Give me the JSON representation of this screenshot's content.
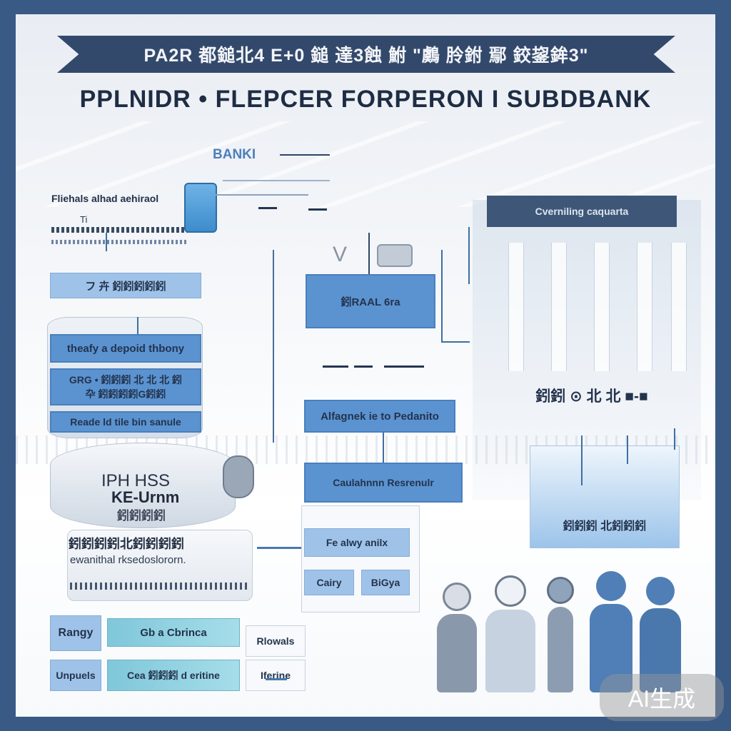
{
  "header": {
    "ribbon_text": "PA2R 都鎚北4 E+0 鎚 達3蝕 鮒 \"鸆 朎鉜 鄢 鉸鋆鉾3\"",
    "main_title": "PPLNIDR • FLEPCER FORPERON I SUBDBANK"
  },
  "bank_sign": "BANKI",
  "left_panel": {
    "label": "Fliehals alhad aehiraol",
    "sub": "Ti",
    "title_bar": "フ 卉 鈏鈏鈏鈏鈏",
    "stack_box1": "theafy a depoid thbony",
    "stack_box2_line1": "GRG • 鈏鈏鈏 北 北 北 鈏",
    "stack_box2_line2": "卆 鈏鈏鈏鈏G鈏鈏",
    "stack_box3": "Reade ld tile bin sanule",
    "disk_line1": "IPH HSS",
    "disk_line2": "KE-Urnm",
    "disk_line3": "鈏鈏鈏鈏",
    "stack_text1": "鈏鈏鈏鈏北鈏鈏鈏鈏",
    "stack_text2": "ewanithal rksedoslororn."
  },
  "center_flow": {
    "box1": "鈏RAAL 6ra",
    "box2": "Alfagnek ie to Pedanito",
    "box3": "Caulahnnn Resrenulr",
    "box4": "Fe alwy anilx",
    "box5a": "Cairy",
    "box5b": "BiGya"
  },
  "right_panel": {
    "header": "Cverniling caquarta",
    "label": "鈏鈏 ⊙ 北 北 ■-■",
    "bottom_box": "鈏鈏鈏 北鈏鈏鈏"
  },
  "bottom_left": {
    "box_a": "Rangy",
    "box_b": "Gb a Cbrinca",
    "box_c": "Rlowals",
    "box_d": "Unpuels",
    "box_e": "Cea 鈏鈏鈏 d eritine",
    "box_f": "Iferine"
  },
  "watermark": "AI生成",
  "colors": {
    "frame": "#3a5a86",
    "ribbon": "#33496c",
    "box_blue": "#5b93d1",
    "box_light": "#9fc3e8",
    "people": "#4f7fb6"
  }
}
